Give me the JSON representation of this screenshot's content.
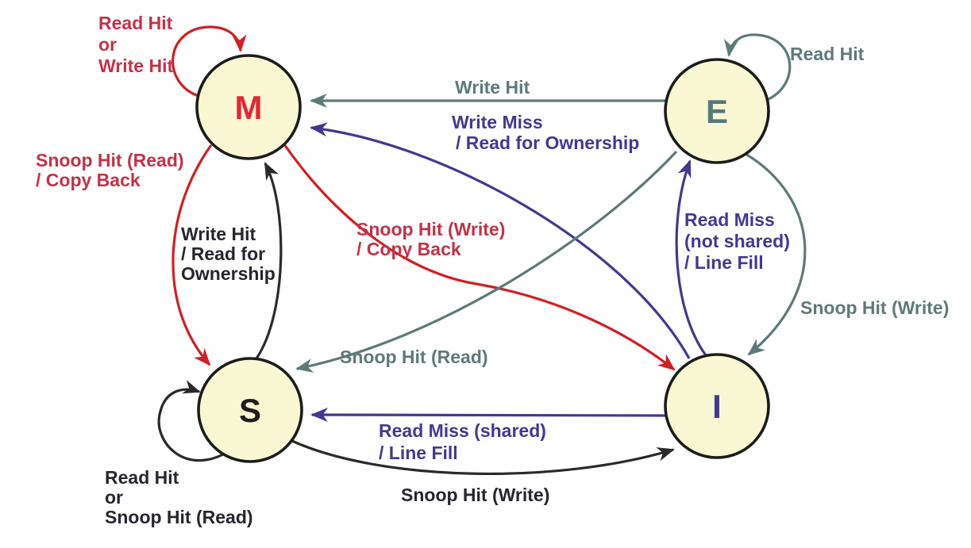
{
  "diagram_type": "state-transition-diagram",
  "states": {
    "m": "M",
    "e": "E",
    "s": "S",
    "i": "I"
  },
  "colors": {
    "node_fill": "#f9f8d2",
    "node_stroke": "#1c1c1c",
    "state_letter_m": "#e32636",
    "state_letter_e": "#567a7a",
    "state_letter_s": "#1f1f1f",
    "state_letter_i": "#43398f",
    "arrow_red": "#d02025",
    "arrow_gray": "#5e7a78",
    "arrow_purple": "#43398f",
    "arrow_black": "#2a2a2a",
    "label_crimson": "#c23347",
    "label_gray": "#5e7a78",
    "label_purple": "#43398f",
    "label_black": "#26262e"
  },
  "labels": {
    "m_self": {
      "l1": "Read Hit",
      "l2": "or",
      "l3": "Write Hit"
    },
    "e_self": {
      "l1": "Read Hit"
    },
    "s_self": {
      "l1": "Read Hit",
      "l2": "or",
      "l3": "Snoop Hit (Read)"
    },
    "e_to_m": {
      "l1": "Write Hit"
    },
    "i_to_m": {
      "l1": "Write Miss",
      "l2": "/ Read for Ownership"
    },
    "m_to_s": {
      "l1": "Snoop Hit (Read)",
      "l2": "/ Copy Back"
    },
    "s_to_m": {
      "l1": "Write Hit",
      "l2": "/ Read for",
      "l3": "Ownership"
    },
    "m_to_i": {
      "l1": "Snoop Hit (Write)",
      "l2": "/ Copy Back"
    },
    "i_to_e": {
      "l1": "Read Miss",
      "l2": "(not shared)",
      "l3": "/ Line Fill"
    },
    "e_to_i": {
      "l1": "Snoop Hit (Write)"
    },
    "e_to_s": {
      "l1": "Snoop Hit (Read)"
    },
    "i_to_s": {
      "l1": "Read Miss (shared)",
      "l2": "/ Line Fill"
    },
    "s_to_i": {
      "l1": "Snoop Hit (Write)"
    }
  },
  "transitions": [
    {
      "from": "M",
      "to": "M",
      "event": "Read Hit or Write Hit",
      "action": ""
    },
    {
      "from": "E",
      "to": "E",
      "event": "Read Hit",
      "action": ""
    },
    {
      "from": "S",
      "to": "S",
      "event": "Read Hit or Snoop Hit (Read)",
      "action": ""
    },
    {
      "from": "E",
      "to": "M",
      "event": "Write Hit",
      "action": ""
    },
    {
      "from": "I",
      "to": "M",
      "event": "Write Miss",
      "action": "Read for Ownership"
    },
    {
      "from": "M",
      "to": "S",
      "event": "Snoop Hit (Read)",
      "action": "Copy Back"
    },
    {
      "from": "S",
      "to": "M",
      "event": "Write Hit",
      "action": "Read for Ownership"
    },
    {
      "from": "M",
      "to": "I",
      "event": "Snoop Hit (Write)",
      "action": "Copy Back"
    },
    {
      "from": "I",
      "to": "E",
      "event": "Read Miss (not shared)",
      "action": "Line Fill"
    },
    {
      "from": "E",
      "to": "I",
      "event": "Snoop Hit (Write)",
      "action": ""
    },
    {
      "from": "E",
      "to": "S",
      "event": "Snoop Hit (Read)",
      "action": ""
    },
    {
      "from": "I",
      "to": "S",
      "event": "Read Miss (shared)",
      "action": "Line Fill"
    },
    {
      "from": "S",
      "to": "I",
      "event": "Snoop Hit (Write)",
      "action": ""
    }
  ]
}
